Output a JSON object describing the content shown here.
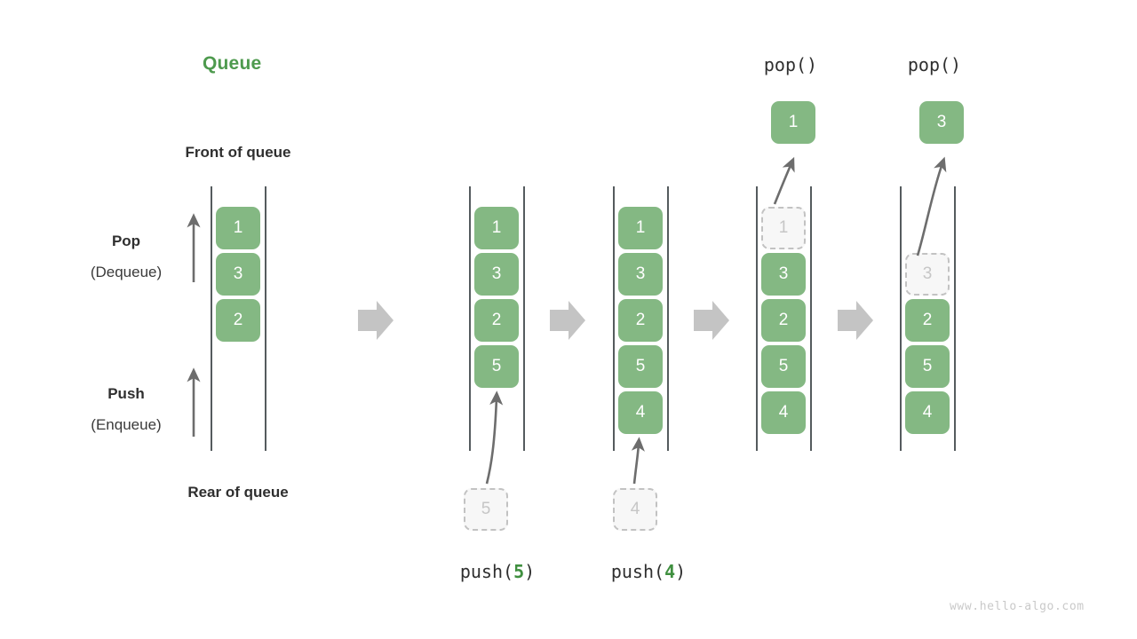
{
  "diagram": {
    "title": "Queue",
    "watermark": "www.hello-algo.com",
    "colors": {
      "element": "#84b883",
      "title": "#4e9a4e",
      "ghost_fill": "#f7f7f7",
      "ghost_border": "#c2c2c2",
      "rail": "#555b5e",
      "arrow": "#c4c4c4",
      "curve_arrow": "#6d6d6d",
      "text": "#2f2f2f",
      "watermark": "#c9c9c9"
    },
    "annotations": {
      "front_of_queue": "Front of queue",
      "rear_of_queue": "Rear of queue",
      "pop_label": "Pop",
      "pop_sub": "(Dequeue)",
      "push_label": "Push",
      "push_sub": "(Enqueue)"
    },
    "stages": [
      {
        "name": "initial",
        "caption": null,
        "caption_top": null,
        "cells": [
          "1",
          "3",
          "2"
        ],
        "ghost_index": null,
        "incoming": null,
        "popped": null
      },
      {
        "name": "after-push-5",
        "caption": "push(5)",
        "caption_op": "push",
        "caption_arg": "5",
        "caption_top": null,
        "cells": [
          "1",
          "3",
          "2",
          "5"
        ],
        "ghost_index": null,
        "incoming": "5",
        "popped": null
      },
      {
        "name": "after-push-4",
        "caption": "push(4)",
        "caption_op": "push",
        "caption_arg": "4",
        "caption_top": null,
        "cells": [
          "1",
          "3",
          "2",
          "5",
          "4"
        ],
        "ghost_index": null,
        "incoming": "4",
        "popped": null
      },
      {
        "name": "pop-1",
        "caption": null,
        "caption_top": "pop()",
        "cells": [
          "1",
          "3",
          "2",
          "5",
          "4"
        ],
        "ghost_index": 0,
        "incoming": null,
        "popped": "1"
      },
      {
        "name": "pop-3",
        "caption": null,
        "caption_top": "pop()",
        "cells": [
          "3",
          "2",
          "5",
          "4"
        ],
        "ghost_index": 0,
        "incoming": null,
        "popped": "3"
      }
    ],
    "transition_arrows": 4
  }
}
